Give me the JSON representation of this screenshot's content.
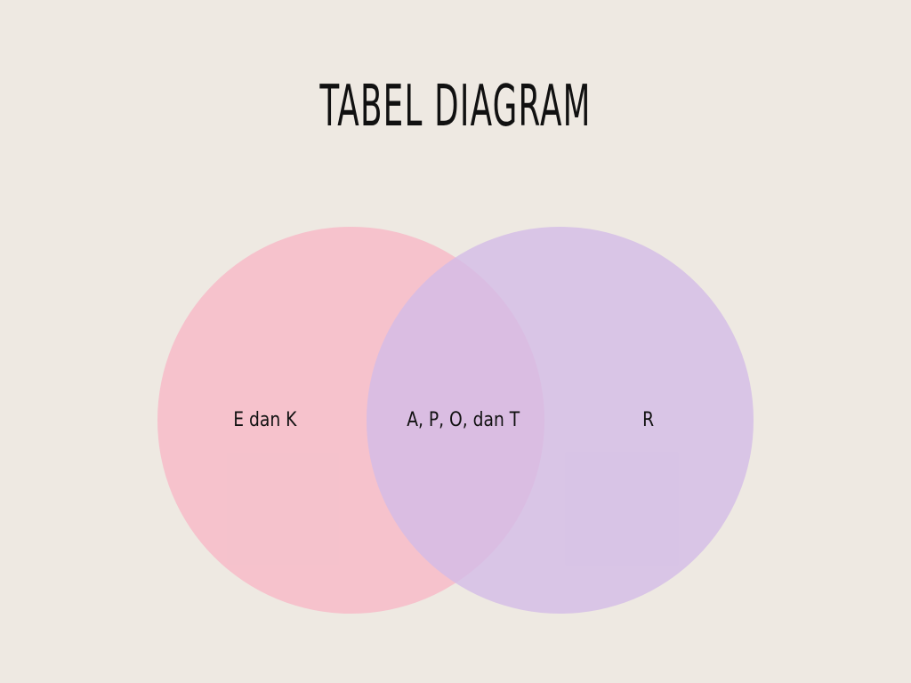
{
  "title": "TABEL DIAGRAM",
  "venn": {
    "left_color": "#F7B8C7",
    "right_color": "#D3BBE7",
    "left_only": "E dan K",
    "intersection": "A, P, O, dan T",
    "right_only": "R"
  }
}
